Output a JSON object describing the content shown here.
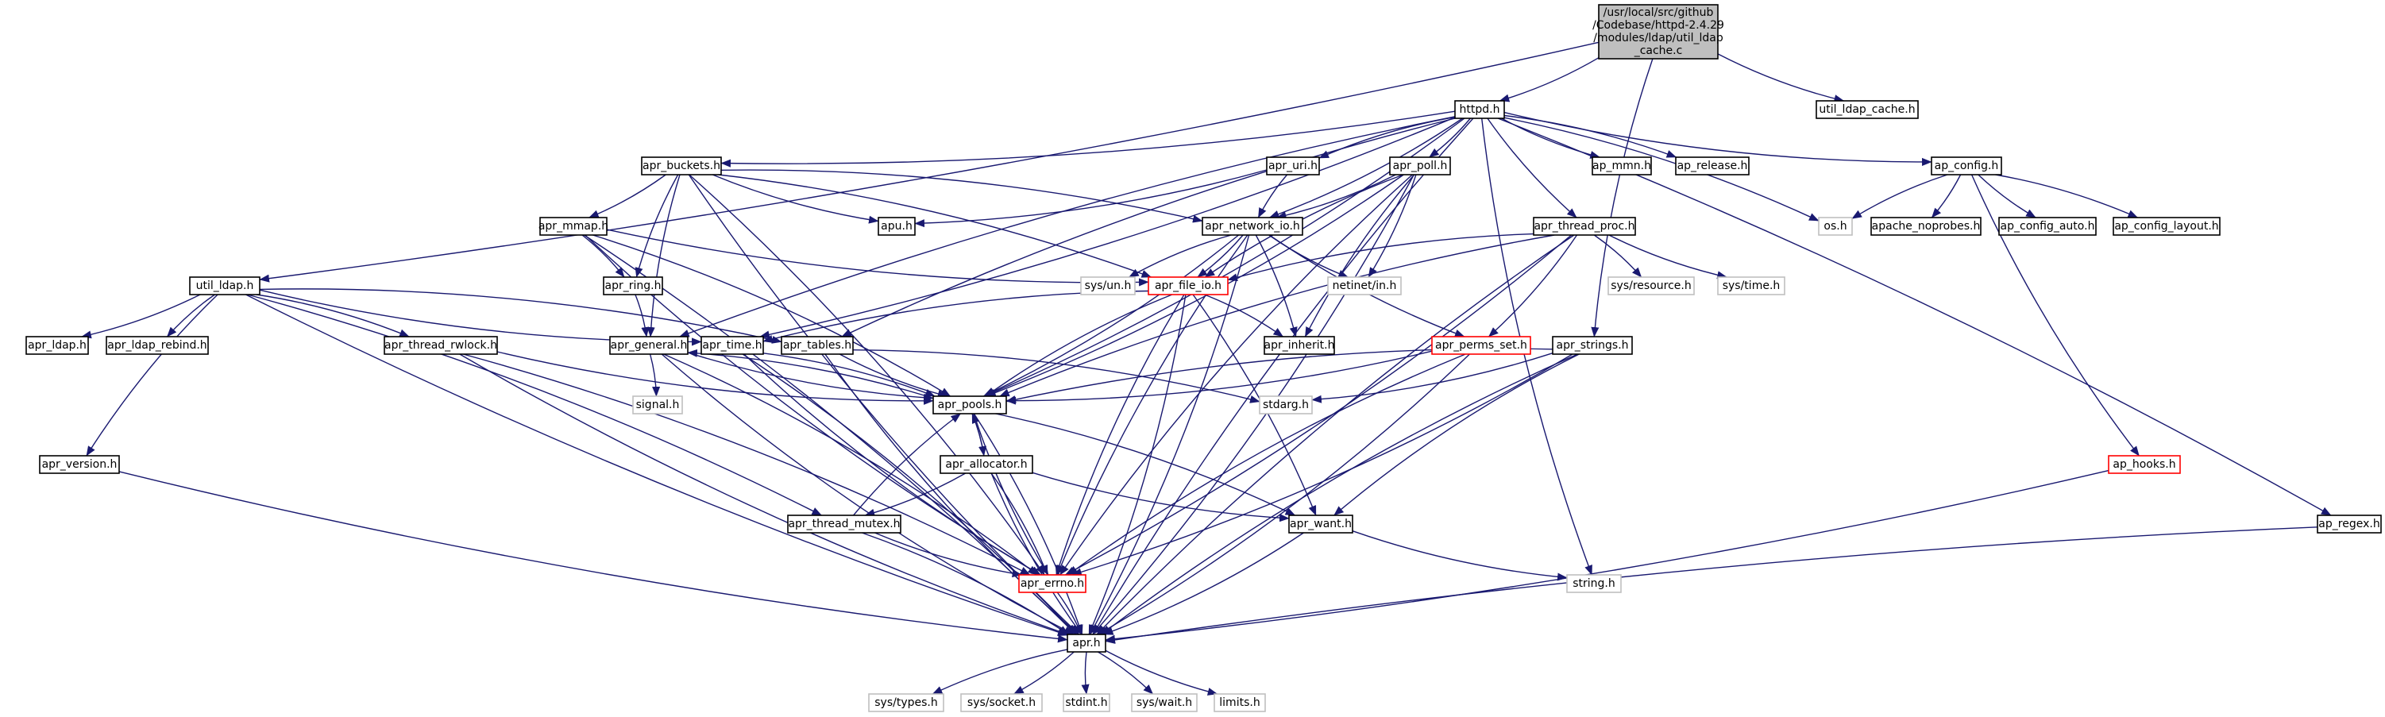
{
  "colors": {
    "root_fill": "#bfbfbf",
    "normal_stroke": "#000000",
    "incomplete_stroke": "#ff0000",
    "system_stroke": "#bfbfbf",
    "system_text": "#808080",
    "edge": "#191970"
  },
  "nodes": [
    {
      "id": "root",
      "lines": [
        "/usr/local/src/github",
        "/Codebase/httpd-2.4.29",
        "/modules/ldap/util_ldap",
        "_cache.c"
      ],
      "kind": "root"
    },
    {
      "id": "httpd",
      "lines": [
        "httpd.h"
      ],
      "kind": "normal"
    },
    {
      "id": "util_ldap_cache",
      "lines": [
        "util_ldap_cache.h"
      ],
      "kind": "normal"
    },
    {
      "id": "apr_buckets",
      "lines": [
        "apr_buckets.h"
      ],
      "kind": "normal"
    },
    {
      "id": "apr_uri",
      "lines": [
        "apr_uri.h"
      ],
      "kind": "normal"
    },
    {
      "id": "apr_poll",
      "lines": [
        "apr_poll.h"
      ],
      "kind": "normal"
    },
    {
      "id": "ap_mmn",
      "lines": [
        "ap_mmn.h"
      ],
      "kind": "normal"
    },
    {
      "id": "ap_release",
      "lines": [
        "ap_release.h"
      ],
      "kind": "normal"
    },
    {
      "id": "ap_config",
      "lines": [
        "ap_config.h"
      ],
      "kind": "normal"
    },
    {
      "id": "apr_mmap",
      "lines": [
        "apr_mmap.h"
      ],
      "kind": "normal"
    },
    {
      "id": "apu",
      "lines": [
        "apu.h"
      ],
      "kind": "normal"
    },
    {
      "id": "apr_network_io",
      "lines": [
        "apr_network_io.h"
      ],
      "kind": "normal"
    },
    {
      "id": "apr_thread_proc",
      "lines": [
        "apr_thread_proc.h"
      ],
      "kind": "normal"
    },
    {
      "id": "os",
      "lines": [
        "os.h"
      ],
      "kind": "system"
    },
    {
      "id": "apache_noprobes",
      "lines": [
        "apache_noprobes.h"
      ],
      "kind": "normal"
    },
    {
      "id": "ap_config_auto",
      "lines": [
        "ap_config_auto.h"
      ],
      "kind": "normal"
    },
    {
      "id": "ap_config_layout",
      "lines": [
        "ap_config_layout.h"
      ],
      "kind": "normal"
    },
    {
      "id": "util_ldap",
      "lines": [
        "util_ldap.h"
      ],
      "kind": "normal"
    },
    {
      "id": "apr_ring",
      "lines": [
        "apr_ring.h"
      ],
      "kind": "normal"
    },
    {
      "id": "sys_un",
      "lines": [
        "sys/un.h"
      ],
      "kind": "system"
    },
    {
      "id": "apr_file_io",
      "lines": [
        "apr_file_io.h"
      ],
      "kind": "incomplete"
    },
    {
      "id": "netinet_in",
      "lines": [
        "netinet/in.h"
      ],
      "kind": "system"
    },
    {
      "id": "sys_resource",
      "lines": [
        "sys/resource.h"
      ],
      "kind": "system"
    },
    {
      "id": "sys_time",
      "lines": [
        "sys/time.h"
      ],
      "kind": "system"
    },
    {
      "id": "apr_ldap",
      "lines": [
        "apr_ldap.h"
      ],
      "kind": "normal"
    },
    {
      "id": "apr_ldap_rebind",
      "lines": [
        "apr_ldap_rebind.h"
      ],
      "kind": "normal"
    },
    {
      "id": "apr_thread_rwlock",
      "lines": [
        "apr_thread_rwlock.h"
      ],
      "kind": "normal"
    },
    {
      "id": "apr_general",
      "lines": [
        "apr_general.h"
      ],
      "kind": "normal"
    },
    {
      "id": "apr_time",
      "lines": [
        "apr_time.h"
      ],
      "kind": "normal"
    },
    {
      "id": "apr_tables",
      "lines": [
        "apr_tables.h"
      ],
      "kind": "normal"
    },
    {
      "id": "apr_inherit",
      "lines": [
        "apr_inherit.h"
      ],
      "kind": "normal"
    },
    {
      "id": "apr_perms_set",
      "lines": [
        "apr_perms_set.h"
      ],
      "kind": "incomplete"
    },
    {
      "id": "apr_strings",
      "lines": [
        "apr_strings.h"
      ],
      "kind": "normal"
    },
    {
      "id": "signal",
      "lines": [
        "signal.h"
      ],
      "kind": "system"
    },
    {
      "id": "apr_pools",
      "lines": [
        "apr_pools.h"
      ],
      "kind": "normal"
    },
    {
      "id": "stdarg",
      "lines": [
        "stdarg.h"
      ],
      "kind": "system"
    },
    {
      "id": "apr_version",
      "lines": [
        "apr_version.h"
      ],
      "kind": "normal"
    },
    {
      "id": "apr_allocator",
      "lines": [
        "apr_allocator.h"
      ],
      "kind": "normal"
    },
    {
      "id": "ap_hooks",
      "lines": [
        "ap_hooks.h"
      ],
      "kind": "incomplete"
    },
    {
      "id": "apr_thread_mutex",
      "lines": [
        "apr_thread_mutex.h"
      ],
      "kind": "normal"
    },
    {
      "id": "apr_want",
      "lines": [
        "apr_want.h"
      ],
      "kind": "normal"
    },
    {
      "id": "ap_regex",
      "lines": [
        "ap_regex.h"
      ],
      "kind": "normal"
    },
    {
      "id": "apr_errno",
      "lines": [
        "apr_errno.h"
      ],
      "kind": "incomplete"
    },
    {
      "id": "string_h",
      "lines": [
        "string.h"
      ],
      "kind": "system"
    },
    {
      "id": "apr",
      "lines": [
        "apr.h"
      ],
      "kind": "normal"
    },
    {
      "id": "sys_types",
      "lines": [
        "sys/types.h"
      ],
      "kind": "system"
    },
    {
      "id": "sys_socket",
      "lines": [
        "sys/socket.h"
      ],
      "kind": "system"
    },
    {
      "id": "stdint",
      "lines": [
        "stdint.h"
      ],
      "kind": "system"
    },
    {
      "id": "sys_wait",
      "lines": [
        "sys/wait.h"
      ],
      "kind": "system"
    },
    {
      "id": "limits",
      "lines": [
        "limits.h"
      ],
      "kind": "system"
    }
  ],
  "edges": [
    [
      "root",
      "httpd"
    ],
    [
      "root",
      "util_ldap_cache"
    ],
    [
      "root",
      "util_ldap"
    ],
    [
      "root",
      "apr_strings"
    ],
    [
      "httpd",
      "apr_buckets"
    ],
    [
      "httpd",
      "apr_uri"
    ],
    [
      "httpd",
      "apr_poll"
    ],
    [
      "httpd",
      "ap_mmn"
    ],
    [
      "httpd",
      "ap_release"
    ],
    [
      "httpd",
      "ap_config"
    ],
    [
      "httpd",
      "apr_network_io"
    ],
    [
      "httpd",
      "apr_thread_proc"
    ],
    [
      "httpd",
      "os"
    ],
    [
      "httpd",
      "apr_general"
    ],
    [
      "httpd",
      "apr_time"
    ],
    [
      "httpd",
      "apr_tables"
    ],
    [
      "httpd",
      "apr_pools"
    ],
    [
      "httpd",
      "string_h"
    ],
    [
      "httpd",
      "ap_regex"
    ],
    [
      "httpd",
      "apr"
    ],
    [
      "apr_buckets",
      "apr_mmap"
    ],
    [
      "apr_buckets",
      "apu"
    ],
    [
      "apr_buckets",
      "apr_network_io"
    ],
    [
      "apr_buckets",
      "apr_ring"
    ],
    [
      "apr_buckets",
      "apr_file_io"
    ],
    [
      "apr_buckets",
      "apr_general"
    ],
    [
      "apr_buckets",
      "apr_errno"
    ],
    [
      "apr_buckets",
      "apr"
    ],
    [
      "apr_uri",
      "apu"
    ],
    [
      "apr_uri",
      "apr_network_io"
    ],
    [
      "apr_poll",
      "apr_network_io"
    ],
    [
      "apr_poll",
      "apr_file_io"
    ],
    [
      "apr_poll",
      "netinet_in"
    ],
    [
      "apr_poll",
      "apr_inherit"
    ],
    [
      "apr_poll",
      "apr_pools"
    ],
    [
      "apr_poll",
      "apr_errno"
    ],
    [
      "apr_poll",
      "apr"
    ],
    [
      "ap_config",
      "os"
    ],
    [
      "ap_config",
      "apache_noprobes"
    ],
    [
      "ap_config",
      "ap_config_auto"
    ],
    [
      "ap_config",
      "ap_config_layout"
    ],
    [
      "ap_config",
      "ap_hooks"
    ],
    [
      "apr_mmap",
      "apr_ring"
    ],
    [
      "apr_mmap",
      "apr_file_io"
    ],
    [
      "apr_mmap",
      "apr_pools"
    ],
    [
      "apr_mmap",
      "apr_errno"
    ],
    [
      "apr_mmap",
      "apr"
    ],
    [
      "apr_network_io",
      "sys_un"
    ],
    [
      "apr_network_io",
      "apr_file_io"
    ],
    [
      "apr_network_io",
      "netinet_in"
    ],
    [
      "apr_network_io",
      "apr_inherit"
    ],
    [
      "apr_network_io",
      "apr_perms_set"
    ],
    [
      "apr_network_io",
      "apr_pools"
    ],
    [
      "apr_network_io",
      "apr_errno"
    ],
    [
      "apr_network_io",
      "apr"
    ],
    [
      "apr_thread_proc",
      "apr_file_io"
    ],
    [
      "apr_thread_proc",
      "sys_resource"
    ],
    [
      "apr_thread_proc",
      "sys_time"
    ],
    [
      "apr_thread_proc",
      "apr_perms_set"
    ],
    [
      "apr_thread_proc",
      "apr_pools"
    ],
    [
      "apr_thread_proc",
      "apr_errno"
    ],
    [
      "apr_thread_proc",
      "apr"
    ],
    [
      "util_ldap",
      "apr_ldap"
    ],
    [
      "util_ldap",
      "apr_ldap_rebind"
    ],
    [
      "util_ldap",
      "apr_thread_rwlock"
    ],
    [
      "util_ldap",
      "apr_time"
    ],
    [
      "util_ldap",
      "apr_tables"
    ],
    [
      "util_ldap",
      "apr_version"
    ],
    [
      "util_ldap",
      "apr_thread_mutex"
    ],
    [
      "util_ldap",
      "apr"
    ],
    [
      "apr_ring",
      "apr_general"
    ],
    [
      "apr_file_io",
      "apr_time"
    ],
    [
      "apr_file_io",
      "apr_inherit"
    ],
    [
      "apr_file_io",
      "apr_pools"
    ],
    [
      "apr_file_io",
      "apr_want"
    ],
    [
      "apr_file_io",
      "apr_errno"
    ],
    [
      "apr_file_io",
      "apr"
    ],
    [
      "apr_thread_rwlock",
      "apr_pools"
    ],
    [
      "apr_thread_rwlock",
      "apr_errno"
    ],
    [
      "apr_thread_rwlock",
      "apr"
    ],
    [
      "apr_general",
      "signal"
    ],
    [
      "apr_general",
      "apr_pools"
    ],
    [
      "apr_general",
      "apr_errno"
    ],
    [
      "apr_general",
      "apr"
    ],
    [
      "apr_time",
      "apr_pools"
    ],
    [
      "apr_time",
      "apr_errno"
    ],
    [
      "apr_time",
      "apr"
    ],
    [
      "apr_tables",
      "apr_pools"
    ],
    [
      "apr_tables",
      "stdarg"
    ],
    [
      "apr_tables",
      "apr"
    ],
    [
      "apr_perms_set",
      "apr_pools"
    ],
    [
      "apr_perms_set",
      "apr_errno"
    ],
    [
      "apr_perms_set",
      "apr"
    ],
    [
      "apr_strings",
      "apr_pools"
    ],
    [
      "apr_strings",
      "stdarg"
    ],
    [
      "apr_strings",
      "apr_want"
    ],
    [
      "apr_strings",
      "apr_errno"
    ],
    [
      "apr_strings",
      "apr"
    ],
    [
      "apr_pools",
      "apr_allocator"
    ],
    [
      "apr_pools",
      "apr_general"
    ],
    [
      "apr_pools",
      "apr_want"
    ],
    [
      "apr_pools",
      "apr_errno"
    ],
    [
      "apr_pools",
      "apr"
    ],
    [
      "apr_allocator",
      "apr_pools"
    ],
    [
      "apr_allocator",
      "apr_thread_mutex"
    ],
    [
      "apr_allocator",
      "apr_want"
    ],
    [
      "apr_allocator",
      "apr_errno"
    ],
    [
      "apr_allocator",
      "apr"
    ],
    [
      "apr_thread_mutex",
      "apr_pools"
    ],
    [
      "apr_thread_mutex",
      "apr_errno"
    ],
    [
      "apr_thread_mutex",
      "apr"
    ],
    [
      "apr_want",
      "string_h"
    ],
    [
      "apr_want",
      "apr"
    ],
    [
      "apr_version",
      "apr"
    ],
    [
      "ap_hooks",
      "apr"
    ],
    [
      "ap_regex",
      "apr"
    ],
    [
      "apr_errno",
      "apr"
    ],
    [
      "apr",
      "sys_types"
    ],
    [
      "apr",
      "sys_socket"
    ],
    [
      "apr",
      "stdint"
    ],
    [
      "apr",
      "sys_wait"
    ],
    [
      "apr",
      "limits"
    ]
  ]
}
